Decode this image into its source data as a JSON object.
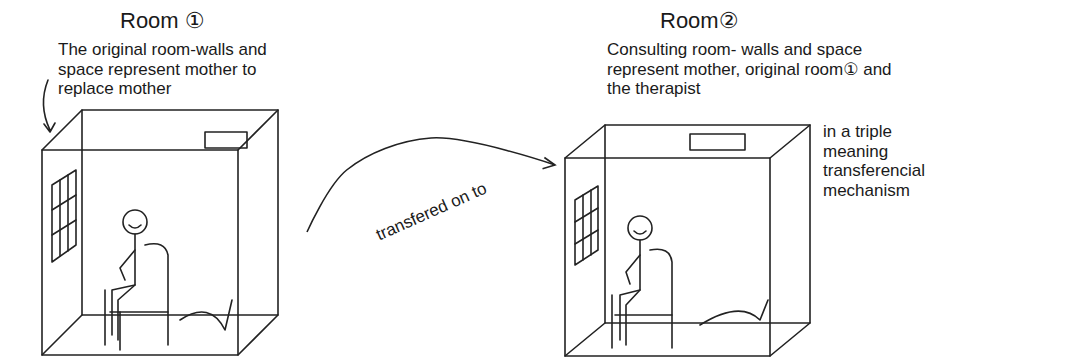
{
  "diagram": {
    "nodes": [
      {
        "text": [
          "Room ①",
          "The original room-walls and space represent mother to replace mother"
        ]
      },
      {
        "text": [
          "Room②",
          "Consulting room- walls and space represent mother, original room① and the therapist",
          "in a triple meaning transferencial mechanism"
        ]
      }
    ],
    "edges": [
      {
        "from": 0,
        "to": 1,
        "arrow": "to",
        "label": "transfered on to"
      }
    ]
  }
}
